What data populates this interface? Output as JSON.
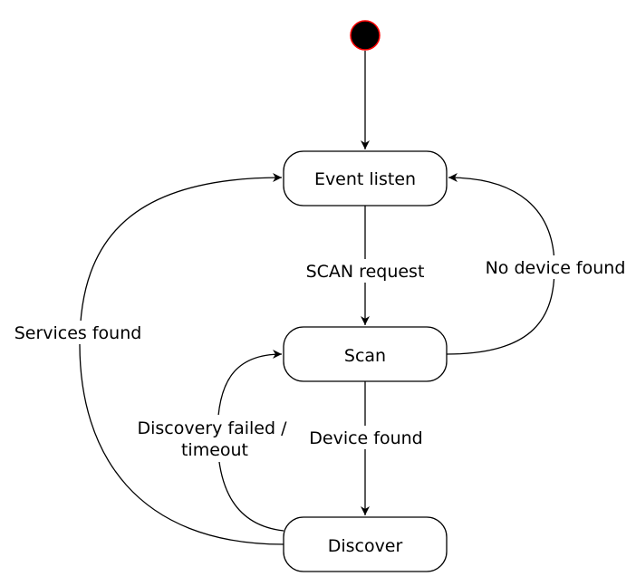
{
  "diagram": {
    "type": "state-machine",
    "initial_state": {
      "fill": "#000000",
      "stroke": "#ff0000"
    },
    "states": [
      {
        "id": "event-listen",
        "label": "Event listen"
      },
      {
        "id": "scan",
        "label": "Scan"
      },
      {
        "id": "discover",
        "label": "Discover"
      }
    ],
    "transitions": [
      {
        "from": "initial",
        "to": "event-listen",
        "label": ""
      },
      {
        "from": "event-listen",
        "to": "scan",
        "label": "SCAN request"
      },
      {
        "from": "scan",
        "to": "event-listen",
        "label": "No device found"
      },
      {
        "from": "scan",
        "to": "discover",
        "label": "Device found"
      },
      {
        "from": "discover",
        "to": "scan",
        "label_lines": [
          "Discovery failed /",
          "timeout"
        ]
      },
      {
        "from": "discover",
        "to": "event-listen",
        "label": "Services found"
      }
    ]
  }
}
